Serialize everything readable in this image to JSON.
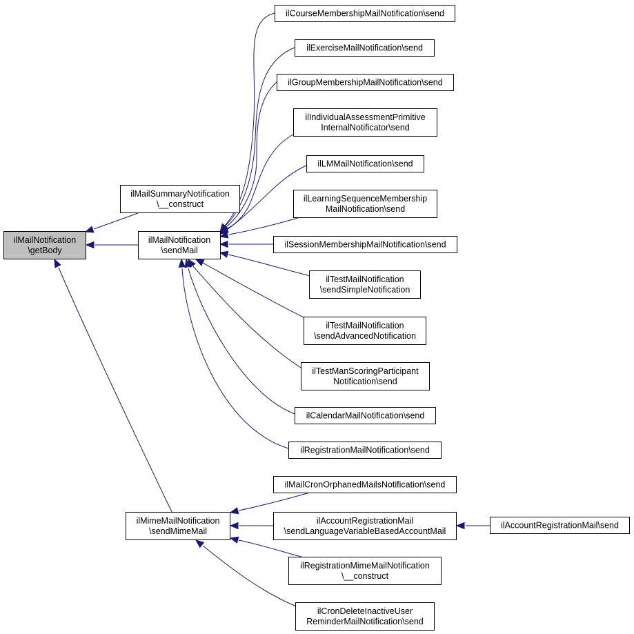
{
  "diagram": {
    "nodes": [
      {
        "id": "getBody",
        "lines": [
          "ilMailNotification",
          "\\getBody"
        ],
        "current": true
      },
      {
        "id": "summaryConstruct",
        "lines": [
          "ilMailSummaryNotification",
          "\\__construct"
        ]
      },
      {
        "id": "sendMail",
        "lines": [
          "ilMailNotification",
          "\\sendMail"
        ]
      },
      {
        "id": "sendMimeMail",
        "lines": [
          "ilMimeMailNotification",
          "\\sendMimeMail"
        ]
      },
      {
        "id": "courseSend",
        "lines": [
          "ilCourseMembershipMailNotification\\send"
        ]
      },
      {
        "id": "exerciseSend",
        "lines": [
          "ilExerciseMailNotification\\send"
        ]
      },
      {
        "id": "groupSend",
        "lines": [
          "ilGroupMembershipMailNotification\\send"
        ]
      },
      {
        "id": "iassSend",
        "lines": [
          "ilIndividualAssessmentPrimitive",
          "InternalNotificator\\send"
        ]
      },
      {
        "id": "lmSend",
        "lines": [
          "ilLMMailNotification\\send"
        ]
      },
      {
        "id": "lsoSend",
        "lines": [
          "ilLearningSequenceMembership",
          "MailNotification\\send"
        ]
      },
      {
        "id": "sessionSend",
        "lines": [
          "ilSessionMembershipMailNotification\\send"
        ]
      },
      {
        "id": "testSimple",
        "lines": [
          "ilTestMailNotification",
          "\\sendSimpleNotification"
        ]
      },
      {
        "id": "testAdvanced",
        "lines": [
          "ilTestMailNotification",
          "\\sendAdvancedNotification"
        ]
      },
      {
        "id": "testManScoring",
        "lines": [
          "ilTestManScoringParticipant",
          "Notification\\send"
        ]
      },
      {
        "id": "calendarSend",
        "lines": [
          "ilCalendarMailNotification\\send"
        ]
      },
      {
        "id": "registrationSend",
        "lines": [
          "ilRegistrationMailNotification\\send"
        ]
      },
      {
        "id": "cronOrphaned",
        "lines": [
          "ilMailCronOrphanedMailsNotification\\send"
        ]
      },
      {
        "id": "accountRegLang",
        "lines": [
          "ilAccountRegistrationMail",
          "\\sendLanguageVariableBasedAccountMail"
        ]
      },
      {
        "id": "accountRegSend",
        "lines": [
          "ilAccountRegistrationMail\\send"
        ]
      },
      {
        "id": "regMimeConstruct",
        "lines": [
          "ilRegistrationMimeMailNotification",
          "\\__construct"
        ]
      },
      {
        "id": "cronDeleteInactive",
        "lines": [
          "ilCronDeleteInactiveUser",
          "ReminderMailNotification\\send"
        ]
      }
    ],
    "edges": [
      {
        "from": "summaryConstruct",
        "to": "getBody"
      },
      {
        "from": "sendMail",
        "to": "getBody"
      },
      {
        "from": "sendMimeMail",
        "to": "getBody"
      },
      {
        "from": "courseSend",
        "to": "sendMail"
      },
      {
        "from": "exerciseSend",
        "to": "sendMail"
      },
      {
        "from": "groupSend",
        "to": "sendMail"
      },
      {
        "from": "iassSend",
        "to": "sendMail"
      },
      {
        "from": "lmSend",
        "to": "sendMail"
      },
      {
        "from": "lsoSend",
        "to": "sendMail"
      },
      {
        "from": "sessionSend",
        "to": "sendMail"
      },
      {
        "from": "testSimple",
        "to": "sendMail"
      },
      {
        "from": "testAdvanced",
        "to": "sendMail"
      },
      {
        "from": "testManScoring",
        "to": "sendMail"
      },
      {
        "from": "calendarSend",
        "to": "sendMail"
      },
      {
        "from": "registrationSend",
        "to": "sendMail"
      },
      {
        "from": "cronOrphaned",
        "to": "sendMimeMail"
      },
      {
        "from": "accountRegLang",
        "to": "sendMimeMail"
      },
      {
        "from": "regMimeConstruct",
        "to": "sendMimeMail"
      },
      {
        "from": "cronDeleteInactive",
        "to": "sendMimeMail"
      },
      {
        "from": "accountRegSend",
        "to": "accountRegLang"
      }
    ]
  }
}
